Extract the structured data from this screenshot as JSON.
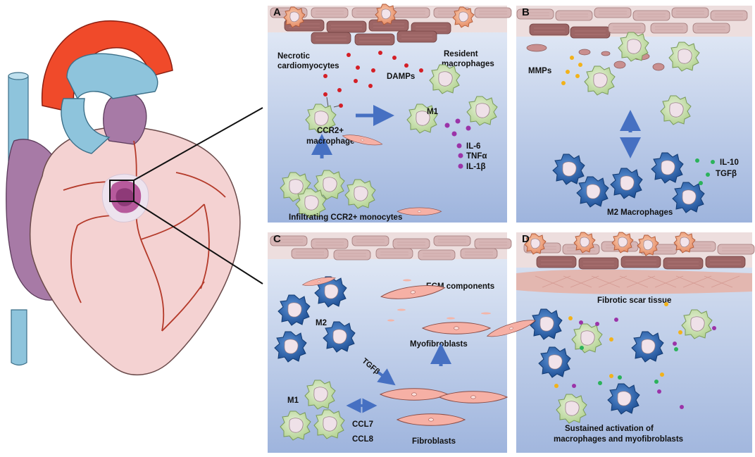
{
  "panels": {
    "A": {
      "letter": "A",
      "labels": {
        "necrotic_line1": "Necrotic",
        "necrotic_line2": "cardiomyocytes",
        "resident_line1": "Resident",
        "resident_line2": "macrophages",
        "damps": "DAMPs",
        "m1": "M1",
        "ccr2_line1": "CCR2+",
        "ccr2_line2": "macrophage",
        "il6": "IL-6",
        "tnfa": "TNFα",
        "il1b": "IL-1β",
        "infiltrating": "Infiltrating CCR2+ monocytes"
      }
    },
    "B": {
      "letter": "B",
      "labels": {
        "mmps": "MMPs",
        "il10": "IL-10",
        "tgfb": "TGFβ",
        "m2": "M2 Macrophages"
      }
    },
    "C": {
      "letter": "C",
      "labels": {
        "ecm": "ECM components",
        "m2": "M2",
        "tgfb": "TGFβ",
        "myofibroblasts": "Myofibroblasts",
        "m1": "M1",
        "ccl7": "CCL7",
        "ccl8": "CCL8",
        "fibroblasts": "Fibroblasts"
      }
    },
    "D": {
      "letter": "D",
      "labels": {
        "fibrotic": "Fibrotic scar tissue",
        "sustained_line1": "Sustained activation of",
        "sustained_line2": "macrophages and myofibroblasts"
      }
    }
  },
  "colors": {
    "panel_bg_top": "#e6edf8",
    "panel_bg_bottom": "#9fb5de",
    "m1_macrophage": "#cfe3b8",
    "m2_macrophage": "#2f6db5",
    "resident_macrophage": "#f0a884",
    "damps_dot": "#d41f26",
    "cytokine_dot": "#9b33a8",
    "mmp_dot": "#f2b21a",
    "il10_dot": "#2bb25a",
    "arrow": "#4670c2",
    "fibroblast": "#f4a79c",
    "heart_aorta": "#f04a2a",
    "heart_vessel": "#8ec4dc",
    "heart_body": "#f4d2d2"
  },
  "icons": [
    "heart-illustration",
    "zoom-box",
    "macrophage-cell",
    "fibroblast-cell",
    "arrow"
  ]
}
